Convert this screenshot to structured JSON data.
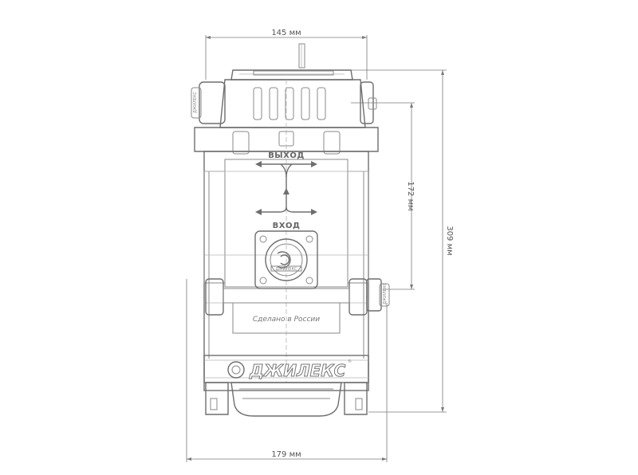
{
  "dimensions": {
    "top_width": "145 мм",
    "bottom_width": "179 мм",
    "right_height_inner": "172 мм",
    "right_height_total": "309 мм"
  },
  "flow": {
    "outlet": "ВЫХОД",
    "inlet": "ВХОД"
  },
  "made_in": "Сделано в России",
  "brand": "ДЖИЛЕКС",
  "brand_mark": "®",
  "colors": {
    "line": "#8a8a8a",
    "dimension": "#7a7a7a",
    "background": "#ffffff"
  }
}
